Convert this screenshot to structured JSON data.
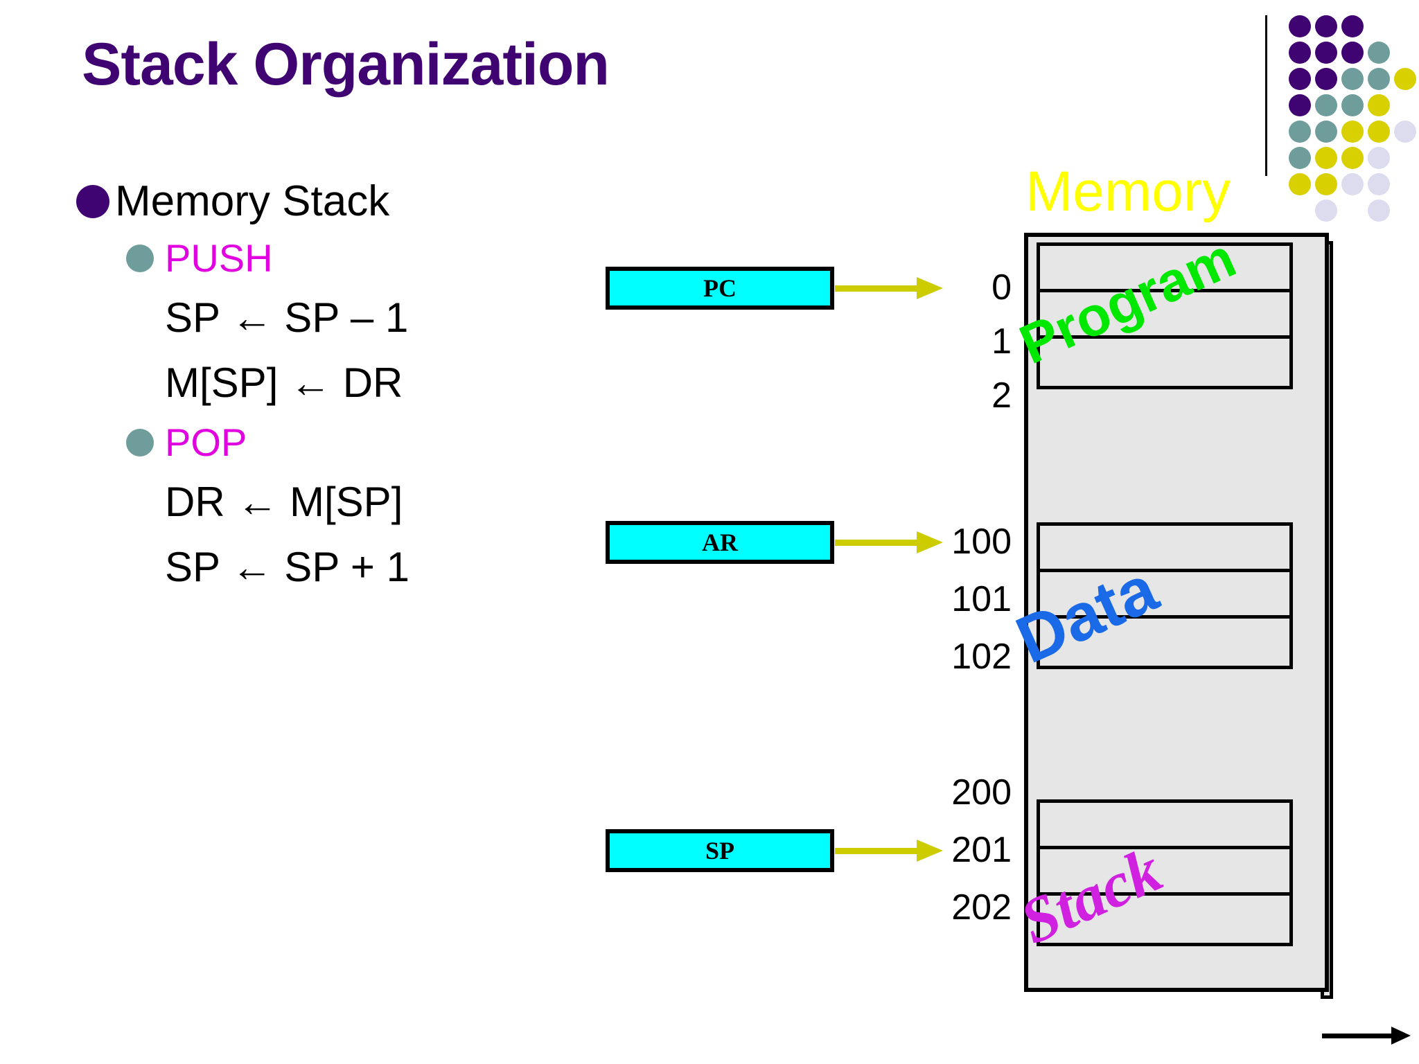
{
  "slide": {
    "title": "Stack Organization",
    "title_color": "#3f0372"
  },
  "bullets": {
    "level1": {
      "label": "Memory Stack",
      "bullet_color": "#3f0372"
    },
    "items": [
      {
        "label": "PUSH",
        "color": "#e000e0",
        "bullet_color": "#6f9d9b"
      },
      {
        "label": "POP",
        "color": "#e000e0",
        "bullet_color": "#6f9d9b"
      }
    ],
    "push_ops": [
      "SP ← SP – 1",
      "M[SP] ← DR"
    ],
    "pop_ops": [
      "DR ← M[SP]",
      "SP ← SP + 1"
    ]
  },
  "registers": [
    {
      "name": "PC",
      "points_to": "0",
      "fill": "#00ffff"
    },
    {
      "name": "AR",
      "points_to": "100",
      "fill": "#00ffff"
    },
    {
      "name": "SP",
      "points_to": "201",
      "fill": "#00ffff"
    }
  ],
  "memory": {
    "heading": "Memory",
    "heading_color": "#ffff00",
    "fill": "#e6e6e6",
    "addresses": [
      "0",
      "1",
      "2",
      "100",
      "101",
      "102",
      "200",
      "201",
      "202"
    ],
    "regions": [
      {
        "label": "Program",
        "color": "#00e800",
        "addresses": [
          "0",
          "1",
          "2"
        ]
      },
      {
        "label": "Data",
        "color": "#1a6ae8",
        "addresses": [
          "100",
          "101",
          "102"
        ]
      },
      {
        "label": "Stack",
        "color": "#d020e0",
        "addresses": [
          "200",
          "201",
          "202"
        ]
      }
    ]
  },
  "arrows": {
    "color": "#cccc00"
  },
  "decoration": {
    "dot_colors": [
      "#3f0372",
      "#6f9d9b",
      "#d8d000",
      "#dcdcee"
    ],
    "dot_grid": [
      [
        "#3f0372",
        "#3f0372",
        "#3f0372",
        null,
        null
      ],
      [
        "#3f0372",
        "#3f0372",
        "#3f0372",
        "#6f9d9b",
        null
      ],
      [
        "#3f0372",
        "#3f0372",
        "#6f9d9b",
        "#6f9d9b",
        "#d8d000"
      ],
      [
        "#3f0372",
        "#6f9d9b",
        "#6f9d9b",
        "#d8d000",
        null
      ],
      [
        "#6f9d9b",
        "#6f9d9b",
        "#d8d000",
        "#d8d000",
        "#dcdcee"
      ],
      [
        "#6f9d9b",
        "#d8d000",
        "#d8d000",
        "#dcdcee",
        null
      ],
      [
        "#d8d000",
        "#d8d000",
        "#dcdcee",
        "#dcdcee",
        null
      ],
      [
        null,
        "#dcdcee",
        null,
        "#dcdcee",
        null
      ]
    ]
  },
  "nav": {
    "next_arrow": "→"
  }
}
